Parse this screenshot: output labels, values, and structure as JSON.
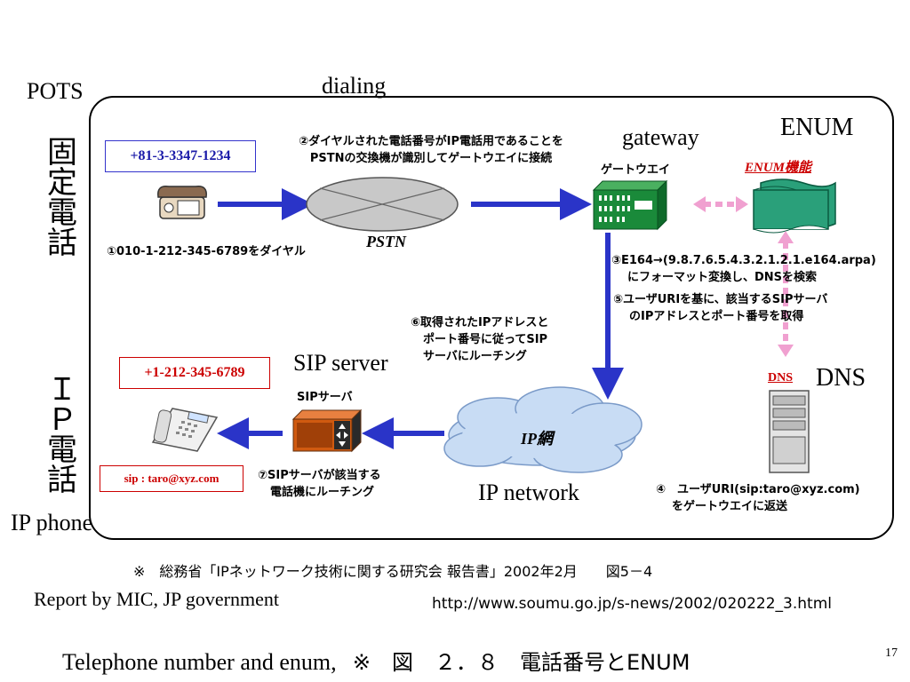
{
  "labels": {
    "pots": "POTS",
    "dialing": "dialing",
    "gateway_en": "gateway",
    "enum_en": "ENUM",
    "sip_server_en": "SIP server",
    "dns_en": "DNS",
    "ip_network_en": "IP network",
    "ip_phone_en": "IP phone"
  },
  "vertical": {
    "fixed_phone": [
      "固",
      "定",
      "電",
      "話"
    ],
    "ip_phone": [
      "Ｉ",
      "Ｐ",
      "電",
      "話"
    ]
  },
  "boxes": {
    "fixed_number": "+81-3-3347-1234",
    "us_number": "+1-212-345-6789",
    "sip_uri": "sip : taro@xyz.com"
  },
  "nodes": {
    "pstn": "PSTN",
    "gateway_jp": "ゲートウエイ",
    "enum_func": "ENUM機能",
    "dns": "DNS",
    "sip_server_jp": "SIPサーバ",
    "ip_net_jp": "IP網"
  },
  "steps": {
    "s1": "①010-1-212-345-6789をダイヤル",
    "s2_line1": "②ダイヤルされた電話番号がIP電話用であることを",
    "s2_line2": "PSTNの交換機が識別してゲートウエイに接続",
    "s3_line1": "③E164→(9.8.7.6.5.4.3.2.1.2.1.e164.arpa)",
    "s3_line2": "にフォーマット変換し、DNSを検索",
    "s5_line1": "⑤ユーザURIを基に、該当するSIPサーバ",
    "s5_line2": "のIPアドレスとポート番号を取得",
    "s6_line1": "⑥取得されたIPアドレスと",
    "s6_line2": "ポート番号に従ってSIP",
    "s6_line3": "サーバにルーチング",
    "s4_line1": "④　ユーザURI(sip:taro@xyz.com)",
    "s4_line2": "をゲートウエイに返送",
    "s7_line1": "⑦SIPサーバが該当する",
    "s7_line2": "電話機にルーチング"
  },
  "footer": {
    "source_jp": "※　総務省「IPネットワーク技術に関する研究会 報告書」2002年2月　　図5－4",
    "report_en": "Report by MIC, JP government",
    "url": "http://www.soumu.go.jp/s-news/2002/020222_3.html",
    "title_en": "Telephone number and enum,",
    "title_jp": "※　図　２．８　電話番号とENUM",
    "page": "17"
  },
  "colors": {
    "arrow_blue": "#2a34c8",
    "arrow_pink": "#f0a0d0",
    "gateway_green": "#1a8a3a",
    "enum_teal": "#2aa07a",
    "sip_orange": "#d05a10",
    "enum_red": "#cc0000",
    "pstn_gray": "#c8c8c8",
    "cloud_blue": "#c8dcf4"
  },
  "icons": [
    "desk-phone-icon",
    "ip-phone-icon",
    "gateway-icon",
    "enum-database-icon",
    "dns-server-icon",
    "sip-server-icon",
    "pstn-ellipse",
    "ip-cloud"
  ]
}
